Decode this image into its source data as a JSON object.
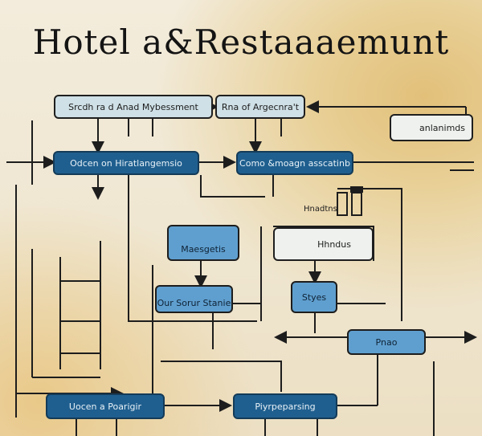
{
  "title": "Hotel a&Restaaaemunt",
  "nodes": {
    "top_left": "Srcdh ra d Anad Mybessment",
    "top_mid": "Rna of Argecnra't",
    "top_right": "anlanimds",
    "orders": "Odcen on Hiratlangemsio",
    "combo": "Como &moagn asscatinb",
    "handbits_label": "Hnadtns",
    "center_box": "Maesgetis",
    "right_box": "Hhndus",
    "our_sys": "Our Sorur Stanie",
    "styes": "Styes",
    "pnao": "Pnao",
    "bottom_left": "Uocen a Poarigir",
    "bottom_mid": "Piyrpeparsing"
  },
  "colors": {
    "dark_node": "#1f5f8f",
    "mid_node": "#5f9fcf",
    "light_node": "#cfe0e6",
    "line": "#1d1d1d"
  }
}
